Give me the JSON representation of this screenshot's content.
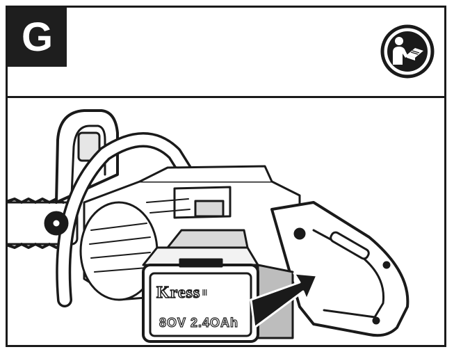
{
  "step": {
    "letter": "G"
  },
  "icons": {
    "manual": "read-manual-icon",
    "arrow": "insert-arrow-icon"
  },
  "battery": {
    "brand": "Kress",
    "brand_suffix": "Ⅲ",
    "spec": "8OV 2.4OAh"
  },
  "colors": {
    "ink": "#1a1a1a",
    "paper": "#ffffff",
    "shade": "#cfcfcf"
  }
}
